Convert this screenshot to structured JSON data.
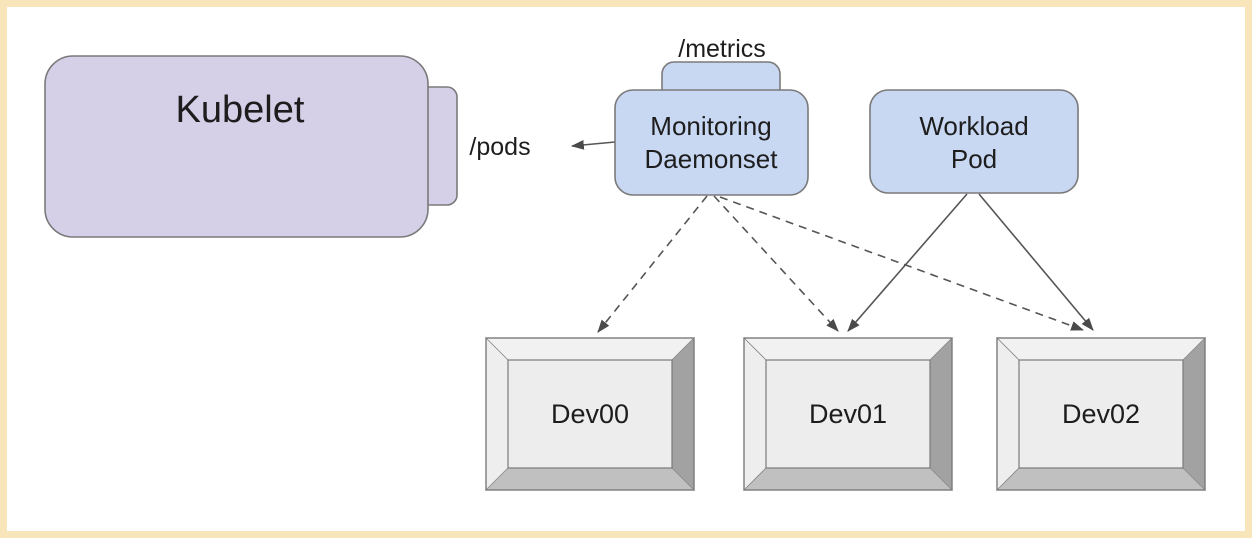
{
  "diagram": {
    "nodes": {
      "kubelet": {
        "label": "Kubelet",
        "endpoint_label": "/pods"
      },
      "monitoring_daemonset": {
        "label_lines": [
          "Monitoring",
          "Daemonset"
        ],
        "endpoint_label": "/metrics"
      },
      "workload_pod": {
        "label_lines": [
          "Workload",
          "Pod"
        ]
      },
      "devices": [
        {
          "label": "Dev00"
        },
        {
          "label": "Dev01"
        },
        {
          "label": "Dev02"
        }
      ]
    },
    "edges": [
      {
        "from": "monitoring_daemonset",
        "to": "kubelet /pods endpoint",
        "style": "solid",
        "arrow": true
      },
      {
        "from": "monitoring_daemonset",
        "to": "Dev00",
        "style": "dashed",
        "arrow": true
      },
      {
        "from": "monitoring_daemonset",
        "to": "Dev01",
        "style": "dashed",
        "arrow": true
      },
      {
        "from": "monitoring_daemonset",
        "to": "Dev02",
        "style": "dashed",
        "arrow": true
      },
      {
        "from": "workload_pod",
        "to": "Dev01",
        "style": "solid",
        "arrow": true
      },
      {
        "from": "workload_pod",
        "to": "Dev02",
        "style": "solid",
        "arrow": true
      }
    ],
    "colors": {
      "canvas_border": "#f8e5ba",
      "background": "#ffffff",
      "kubelet_fill": "#d5cfe7",
      "pod_fill": "#c8d7f2",
      "shape_stroke": "#7a7a7a",
      "line": "#555555",
      "arrowhead": "#4a4a4a",
      "device_face_top": "#f1f1f1",
      "device_face_left": "#eeeeee",
      "device_face_right": "#a2a2a2",
      "device_face_bottom": "#c0c0c0",
      "device_panel": "#ededed",
      "text": "#1d1d1d"
    }
  }
}
